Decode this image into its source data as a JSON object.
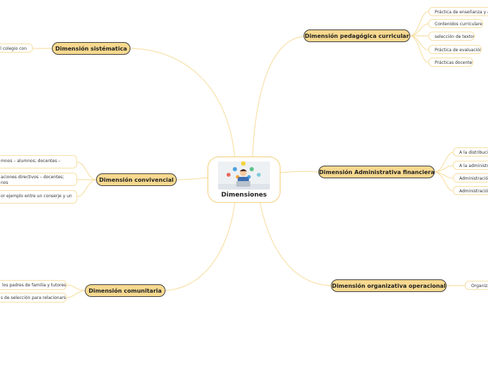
{
  "central": {
    "label": "Dimensiones",
    "image_icon": "person-with-laptop-icon"
  },
  "branches": {
    "pedagogica": {
      "label": "Dimensión pedagógica curricular",
      "items": [
        "Práctica de enseñanza y apr",
        "Contenidos curriculares",
        "selección de textos",
        "Práctica de evaluación",
        "Prácticas docentes"
      ]
    },
    "administrativa": {
      "label": "Dimensión Administrativa financiera",
      "items": [
        "A la distribución",
        "A la administrac",
        "Administración",
        "Administración"
      ]
    },
    "organizativa": {
      "label": "Dimensión organizativa operacional",
      "items": [
        "Organizaci"
      ]
    },
    "sistematica": {
      "label": "Dimensión sistématica",
      "items": [
        "del colegio con"
      ]
    },
    "convivencial": {
      "label": "Dimensión convivencial",
      "items": [
        "mnos – alumnos; docentes –",
        "aciones directivos – docentes; nos",
        "or ejemplo entre un conserje y un"
      ]
    },
    "comunitaria": {
      "label": "Dimensión comunitaria",
      "items": [
        "los padres de familia y tutores.",
        "s de selección para relacionarse"
      ]
    }
  },
  "colors": {
    "branch_fill": "#f7d98f",
    "connector": "#f6dfa6",
    "node_border": "#3e3e3e"
  }
}
